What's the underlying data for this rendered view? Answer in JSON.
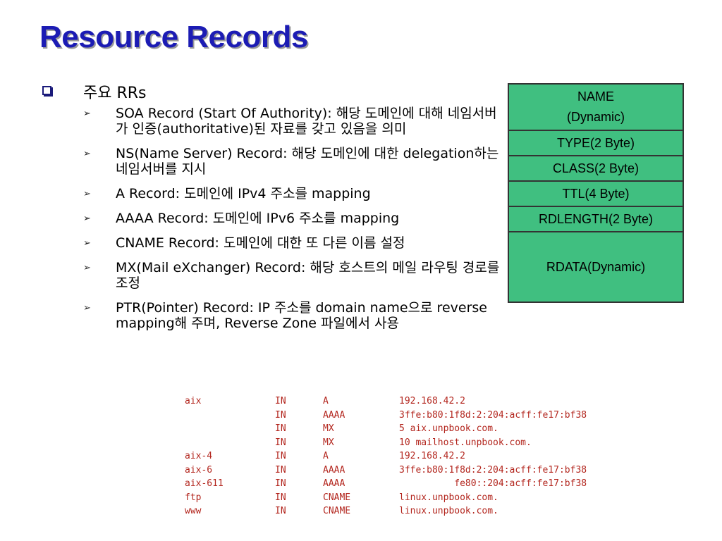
{
  "slide": {
    "title": "Resource Records",
    "main_bullet": "주요 RRs",
    "sub_bullets": [
      "SOA Record (Start Of Authority): 해당 도메인에 대해 네임서버가 인증(authoritative)된 자료를 갖고 있음을 의미",
      "NS(Name Server) Record: 해당 도메인에 대한 delegation하는 네임서버를 지시",
      "A Record: 도메인에 IPv4 주소를 mapping",
      "AAAA Record: 도메인에 IPv6 주소를 mapping",
      "CNAME Record: 도메인에 대한 또 다른 이름 설정",
      "MX(Mail eXchanger) Record: 해당 호스트의 메일 라우팅 경로를 조정",
      "PTR(Pointer) Record: IP 주소를 domain name으로 reverse mapping해 주며, Reverse Zone 파일에서 사용"
    ]
  },
  "rr_table": {
    "bg_color": "#40bf80",
    "cells": [
      {
        "line1": "NAME",
        "line2": "(Dynamic)"
      },
      {
        "line1": "TYPE(2 Byte)"
      },
      {
        "line1": "CLASS(2 Byte)"
      },
      {
        "line1": "TTL(4 Byte)"
      },
      {
        "line1": "RDLENGTH(2 Byte)"
      },
      {
        "line1": "RDATA(Dynamic)"
      }
    ]
  },
  "zone_records": [
    {
      "name": "aix",
      "class": "IN",
      "type": "A",
      "data": "192.168.42.2"
    },
    {
      "name": "",
      "class": "IN",
      "type": "AAAA",
      "data": "3ffe:b80:1f8d:2:204:acff:fe17:bf38"
    },
    {
      "name": "",
      "class": "IN",
      "type": "MX",
      "data": "5 aix.unpbook.com."
    },
    {
      "name": "",
      "class": "IN",
      "type": "MX",
      "data": "10 mailhost.unpbook.com."
    },
    {
      "name": "aix-4",
      "class": "IN",
      "type": "A",
      "data": "192.168.42.2"
    },
    {
      "name": "aix-6",
      "class": "IN",
      "type": "AAAA",
      "data": "3ffe:b80:1f8d:2:204:acff:fe17:bf38"
    },
    {
      "name": "aix-611",
      "class": "IN",
      "type": "AAAA",
      "data": "          fe80::204:acff:fe17:bf38"
    },
    {
      "name": "ftp",
      "class": "IN",
      "type": "CNAME",
      "data": "linux.unpbook.com."
    },
    {
      "name": "www",
      "class": "IN",
      "type": "CNAME",
      "data": "linux.unpbook.com."
    }
  ],
  "colors": {
    "title": "#1c1cb4",
    "code": "#b3261e"
  }
}
